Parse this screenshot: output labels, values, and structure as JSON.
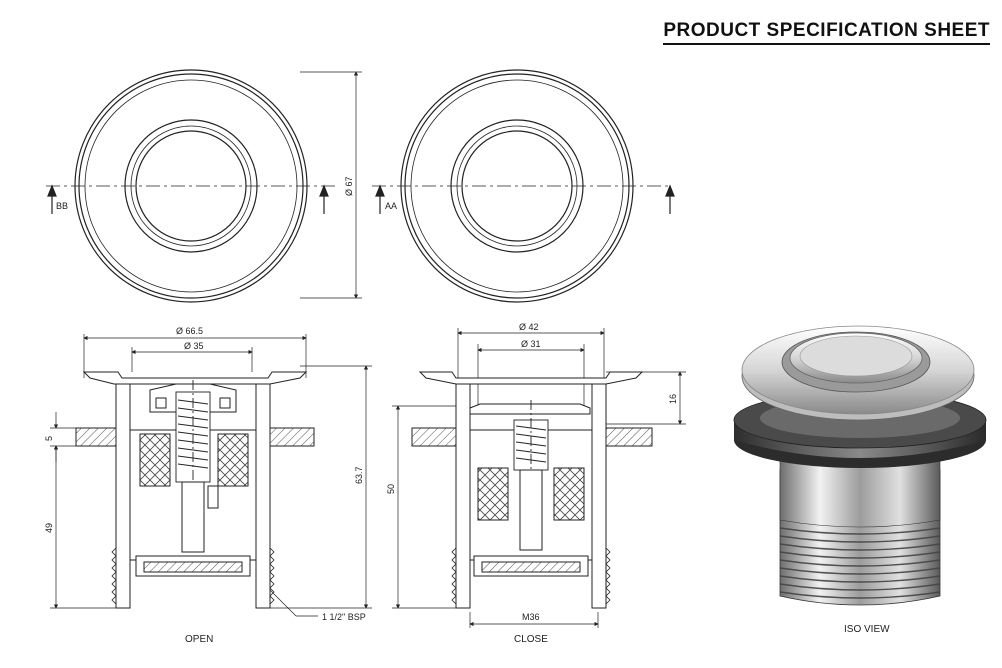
{
  "header": {
    "title": "PRODUCT SPECIFICATION SHEET"
  },
  "top_views": {
    "left": {
      "section_marker": "BB",
      "dimension": "Ø 67"
    },
    "right": {
      "section_marker": "AA"
    }
  },
  "section_open": {
    "caption": "OPEN",
    "dimensions": {
      "outer_flange": "Ø 66.5",
      "inner": "Ø 35",
      "flange_thickness": "5",
      "lower_height": "49",
      "total_height": "63.7"
    },
    "thread_callout": "1 1/2\" BSP"
  },
  "section_close": {
    "caption": "CLOSE",
    "dimensions": {
      "outer": "Ø 42",
      "inner": "Ø 31",
      "cap_height": "16",
      "body_height": "50",
      "thread": "M36"
    }
  },
  "iso": {
    "caption": "ISO VIEW"
  },
  "colors": {
    "line": "#222222",
    "hatch": "#555555",
    "metal_dark": "#3a3a3a",
    "metal_light": "#e8e8e8"
  }
}
